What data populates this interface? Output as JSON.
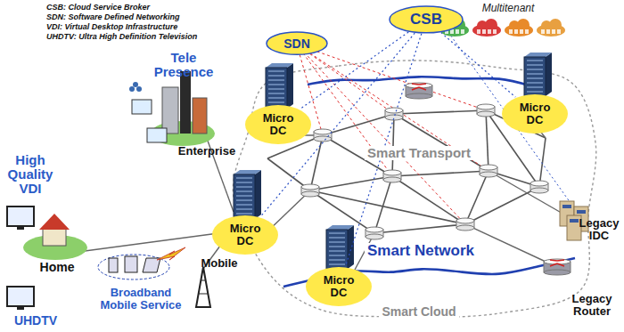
{
  "diagram": {
    "nodes": [
      {
        "text": [
          "CSB"
        ]
      },
      {
        "text": [
          "SDN"
        ]
      },
      {
        "text": [
          "Micro DC"
        ]
      },
      {
        "text": [
          "Micro DC"
        ]
      },
      {
        "text": [
          "Micro DC"
        ]
      },
      {
        "text": [
          "Micro DC"
        ]
      }
    ],
    "edges": [
      {
        "from": 0,
        "to": 2,
        "arrow": "none"
      },
      {
        "from": 0,
        "to": 3,
        "arrow": "none"
      },
      {
        "from": 0,
        "to": 4,
        "arrow": "none"
      },
      {
        "from": 0,
        "to": 5,
        "arrow": "none"
      }
    ],
    "labels": [
      "CSB: Cloud Service Broker",
      "SDN: Software Defined Networking",
      "VDI: Virtual Desktop Infrastructure",
      "UHDTV: Ultra High Definition Television",
      "Multitenant",
      "Tele Presence",
      "High Quality VDI",
      "Enterprise",
      "Home",
      "UHDTV",
      "Broadband Mobile Service",
      "Mobile",
      "Smart Transport",
      "Smart Network",
      "Smart Cloud",
      "Legacy IDC",
      "Legacy Router"
    ]
  }
}
